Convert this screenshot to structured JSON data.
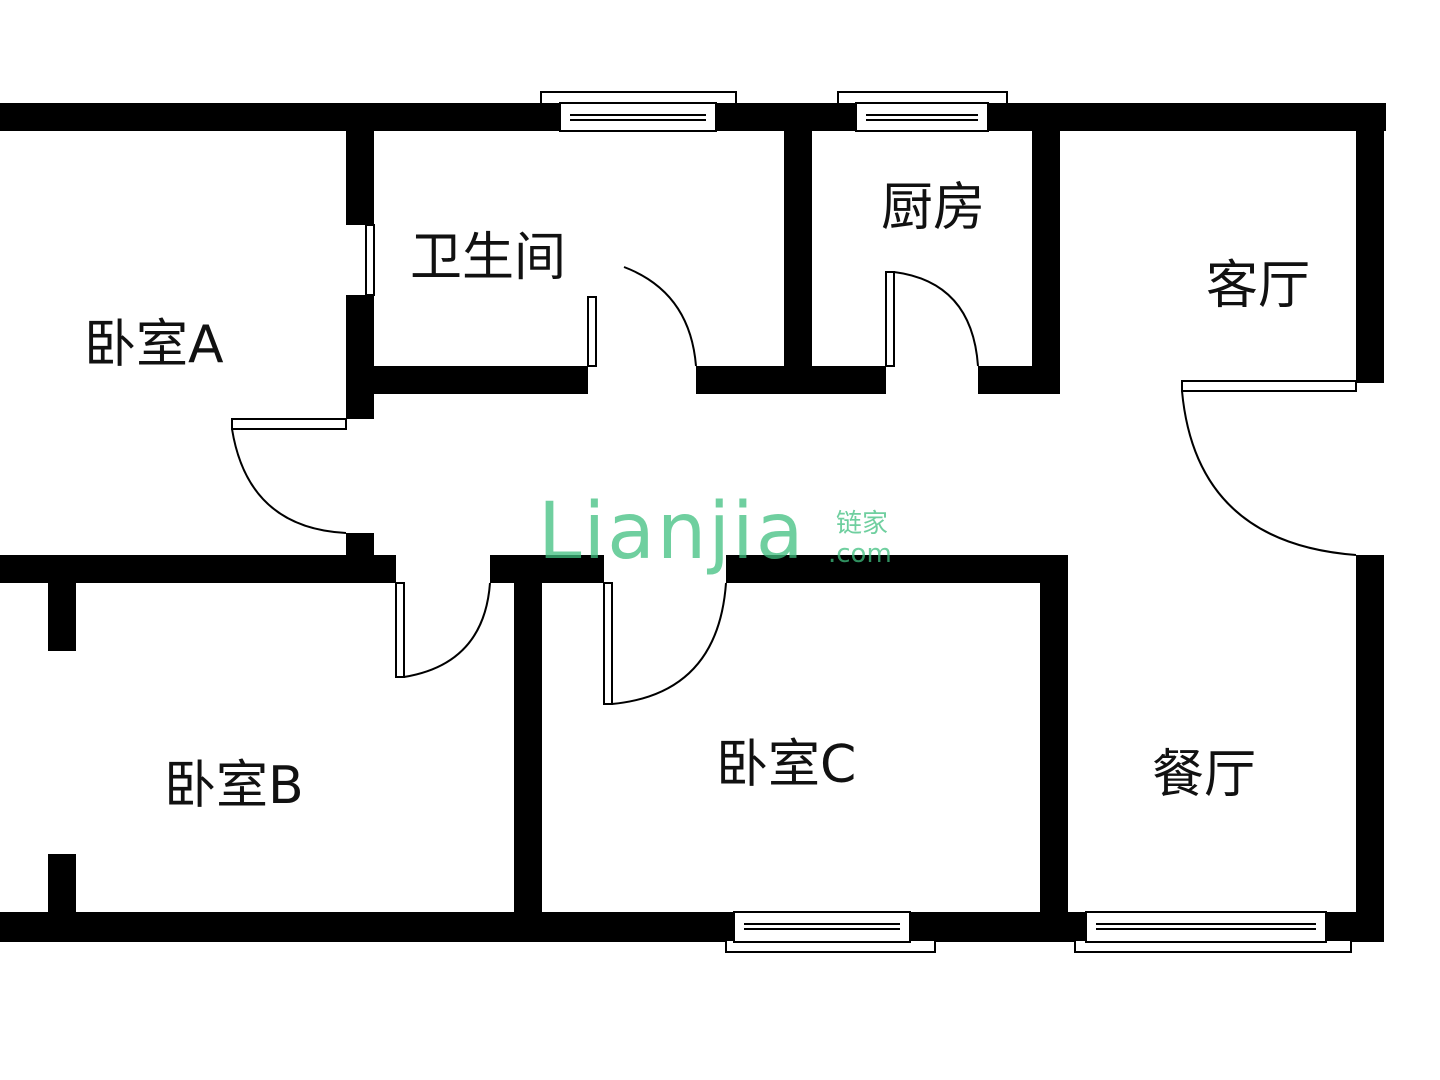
{
  "floorplan": {
    "rooms": {
      "bathroom": "卫生间",
      "kitchen": "厨房",
      "living": "客厅",
      "dining": "餐厅",
      "bedroom_a": "卧室A",
      "bedroom_b": "卧室B",
      "bedroom_c": "卧室C"
    }
  },
  "watermark": {
    "brand": "Lianjia",
    "brand_cn": "链家",
    "domain": ".com",
    "color": "#3fbf7f"
  },
  "colors": {
    "wall": "#000000",
    "background": "#ffffff"
  }
}
